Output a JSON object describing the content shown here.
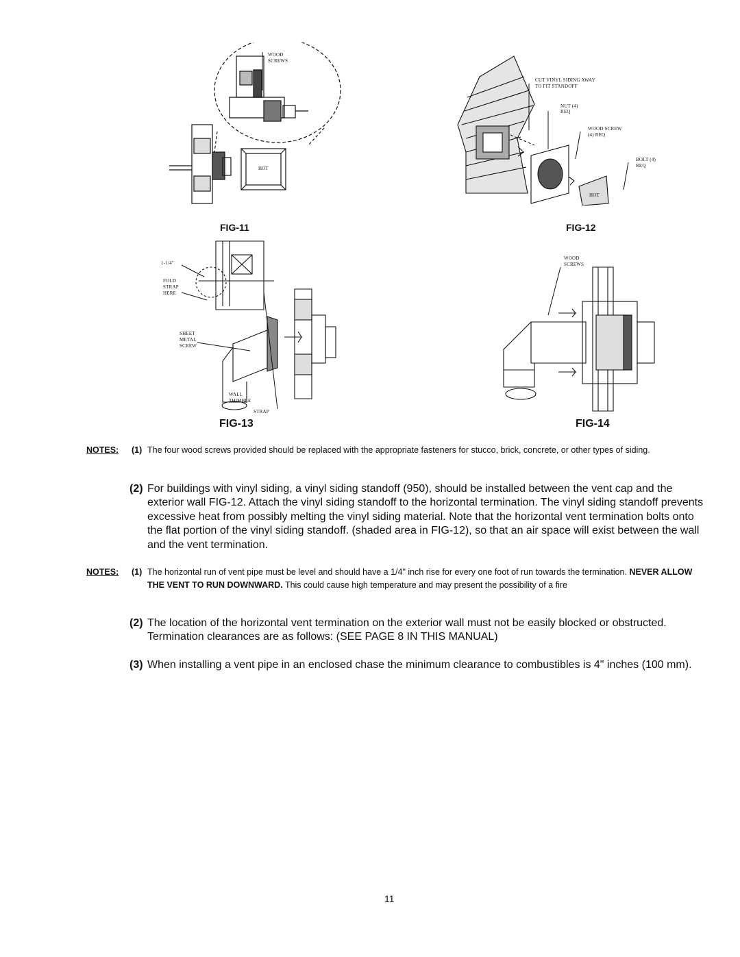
{
  "figures": {
    "fig11": {
      "caption": "FIG-11",
      "callouts": {
        "wood_screws_1": "WOOD",
        "wood_screws_2": "SCREWS",
        "hot": "HOT"
      }
    },
    "fig12": {
      "caption": "FIG-12",
      "callouts": {
        "cut_1": "CUT VINYL SIDING AWAY",
        "cut_2": "TO FIT STANDOFF",
        "nut_1": "NUT (4)",
        "nut_2": "REQ",
        "wood_screw_1": "WOOD SCREW",
        "wood_screw_2": "(4) REQ",
        "bolt_1": "BOLT (4)",
        "bolt_2": "REQ",
        "hot": "HOT"
      }
    },
    "fig13": {
      "caption": "FIG-13",
      "callouts": {
        "dim": "1-1/4\"",
        "fold_1": "FOLD",
        "fold_2": "STRAP",
        "fold_3": "HERE",
        "sheet_1": "SHEET",
        "sheet_2": "METAL",
        "sheet_3": "SCREW",
        "wall_1": "WALL",
        "wall_2": "THIMBLE",
        "strap": "STRAP"
      }
    },
    "fig14": {
      "caption": "FIG-14",
      "callouts": {
        "wood_screws_1": "WOOD",
        "wood_screws_2": "SCREWS"
      }
    }
  },
  "notes_a": {
    "label": "NOTES:",
    "n1_num": "(1)",
    "n1_text": "The four wood screws provided should be replaced with the appropriate fasteners for stucco, brick, concrete, or other types of siding.",
    "n2_num": "(2)",
    "n2_text": "For buildings with vinyl siding, a vinyl siding standoff (950), should be installed between the vent cap and the exterior wall FIG-12. Attach the vinyl siding standoff to the horizontal termination. The vinyl siding standoff prevents excessive heat from possibly melting the vinyl siding material. Note that the horizontal vent termination bolts onto the flat portion of the vinyl siding standoff. (shaded area in FIG-12), so that an air space will exist between the wall and the vent termination."
  },
  "notes_b": {
    "label": "NOTES:",
    "n1_num": "(1)",
    "n1_text_a": "The horizontal run of vent pipe must be level and should have a 1/4\" inch rise for every one foot of run towards the termination.",
    "n1_bold": "NEVER ALLOW THE VENT TO RUN DOWNWARD.",
    "n1_text_b": "This could cause high temperature and may present the possibility of a fire",
    "n2_num": "(2)",
    "n2_text": "The location of the horizontal vent termination on the exterior wall must not be easily blocked or obstructed. Termination clearances are as follows: (SEE PAGE 8 IN THIS MANUAL)",
    "n3_num": "(3)",
    "n3_text": "When installing a vent pipe in an enclosed chase the minimum clearance to combustibles is 4\" inches (100 mm)."
  },
  "page_number": "11"
}
